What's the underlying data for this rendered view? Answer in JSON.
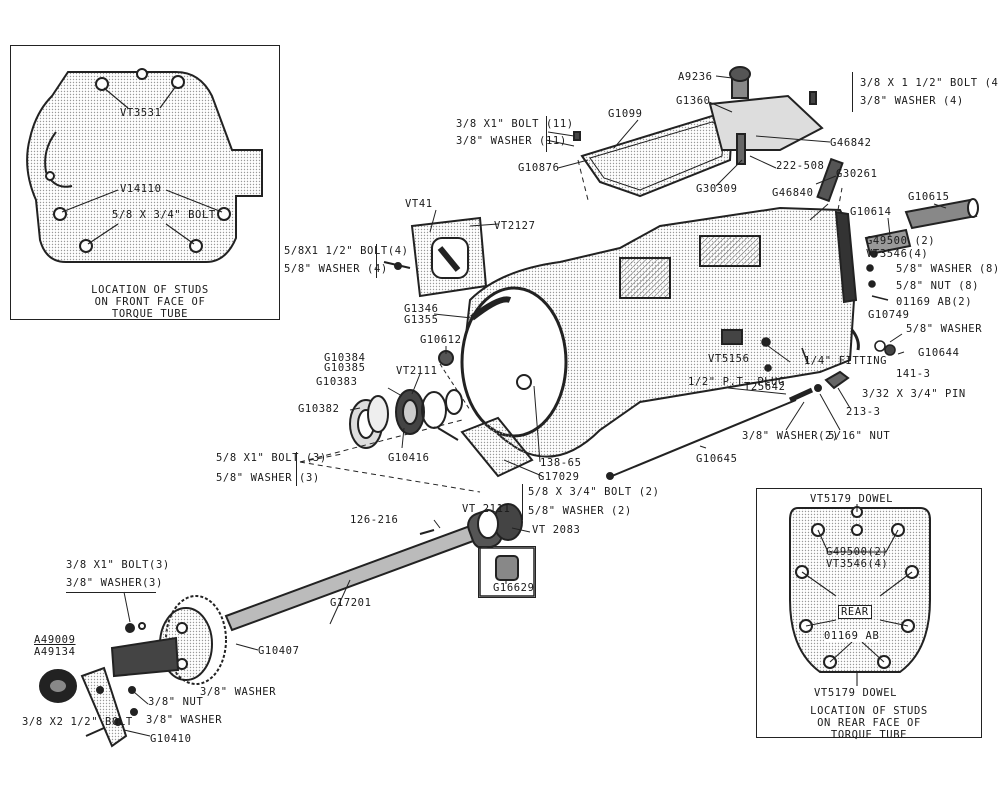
{
  "inset_front": {
    "stud_label": "VT3531",
    "part_label": "V14110",
    "bolt_label": "5/8 X 3/4\" BOLT",
    "caption": [
      "LOCATION OF STUDS",
      "ON FRONT FACE OF",
      "TORQUE TUBE"
    ]
  },
  "inset_rear": {
    "dowel_top": "VT5179 DOWEL",
    "part1": "G49500(2)",
    "part2": "VT3546(4)",
    "rear_label": "REAR",
    "part3": "01169 AB",
    "dowel_bottom": "VT5179 DOWEL",
    "caption": [
      "LOCATION OF STUDS",
      "ON REAR FACE OF",
      "TORQUE TUBE"
    ]
  },
  "labels": {
    "a9236": "A9236",
    "bolt_38x112_4": "3/8 X 1 1/2\" BOLT (4)",
    "washer_38_4": "3/8\" WASHER (4)",
    "g1360": "G1360",
    "g1099": "G1099",
    "bolt_38x1_11": "3/8 X1\" BOLT (11)",
    "washer_38_11": "3/8\" WASHER (11)",
    "g10876": "G10876",
    "g46842": "G46842",
    "n222_508": "222-508",
    "g30261": "G30261",
    "g30309": "G30309",
    "g46840": "G46840",
    "g10615": "G10615",
    "g10614": "G10614",
    "vt41": "VT41",
    "vt2127": "VT2127",
    "bolt_58x112_4": "5/8X1 1/2\" BOLT(4)",
    "washer_58_4": "5/8\" WASHER (4)",
    "g49500_2": "G49500 (2)",
    "vt3546_4": "VT3546(4)",
    "washer_58_8": "5/8\" WASHER (8)",
    "nut_58_8": "5/8\" NUT (8)",
    "o1169ab_2": "01169 AB(2)",
    "g1346": "G1346",
    "g1355": "G1355",
    "g10612": "G10612",
    "g10749": "G10749",
    "washer_58": "5/8\" WASHER",
    "g10644": "G10644",
    "g10384": "G10384",
    "g10385": "G10385",
    "vt2111": "VT2111",
    "vt5156": "VT5156",
    "fitting": "1/4\" FITTING",
    "g10383": "G10383",
    "pt_plug": "1/2\" P.T. PLUG",
    "n141_3": "141-3",
    "t25642": "T25642",
    "pin": "3/32 X 3/4\" PIN",
    "g10382": "G10382",
    "n213_3": "213-3",
    "g10416": "G10416",
    "washer_38_2": "3/8\" WASHER(2)",
    "nut_516": "5/16\" NUT",
    "bolt_58x1_3": "5/8 X1\" BOLT (3)",
    "washer_58_3": "5/8\" WASHER (3)",
    "n138_65": "138-65",
    "g17029": "G17029",
    "g10645": "G10645",
    "bolt_58x34_2": "5/8 X 3/4\" BOLT (2)",
    "washer_58_2": "5/8\" WASHER (2)",
    "n126_216": "126-216",
    "vt2111b": "VT 2111",
    "vt2083": "VT 2083",
    "g16629": "G16629",
    "g17201": "G17201",
    "bolt_38x1_3": "3/8 X1\" BOLT(3)",
    "washer_38_3": "3/8\" WASHER(3)",
    "a49009": "A49009",
    "a49134": "A49134",
    "g10407": "G10407",
    "nut_38": "3/8\" NUT",
    "washer_38a": "3/8\" WASHER",
    "washer_38b": "3/8\" WASHER",
    "bolt_38x212": "3/8 X2 1/2\" BOLT",
    "g10410": "G10410"
  }
}
